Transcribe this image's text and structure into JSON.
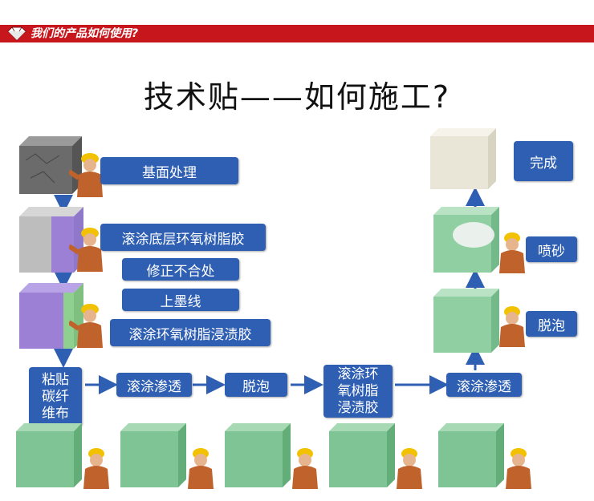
{
  "header": {
    "title": "我们的产品如何使用?"
  },
  "main_title": "技术贴——如何施工?",
  "steps": {
    "base_treatment": "基面处理",
    "primer": "滚涂底层环氧树脂胶",
    "correct_mismatch": "修正不合处",
    "ink_line": "上墨线",
    "impregnate": "滚涂环氧树脂浸渍胶",
    "paste_fiber": "粘贴\n碳纤\n维布",
    "roll_penetrate_1": "滚涂渗透",
    "defoam_1": "脱泡",
    "roll_epoxy": "滚涂环\n氧树脂\n浸渍胶",
    "roll_penetrate_2": "滚涂渗透",
    "defoam_2": "脱泡",
    "sandblast": "喷砂",
    "complete": "完成"
  },
  "colors": {
    "header": "#c8161d",
    "step_box": "#2f5fb3",
    "arrow": "#2f5fb3"
  }
}
